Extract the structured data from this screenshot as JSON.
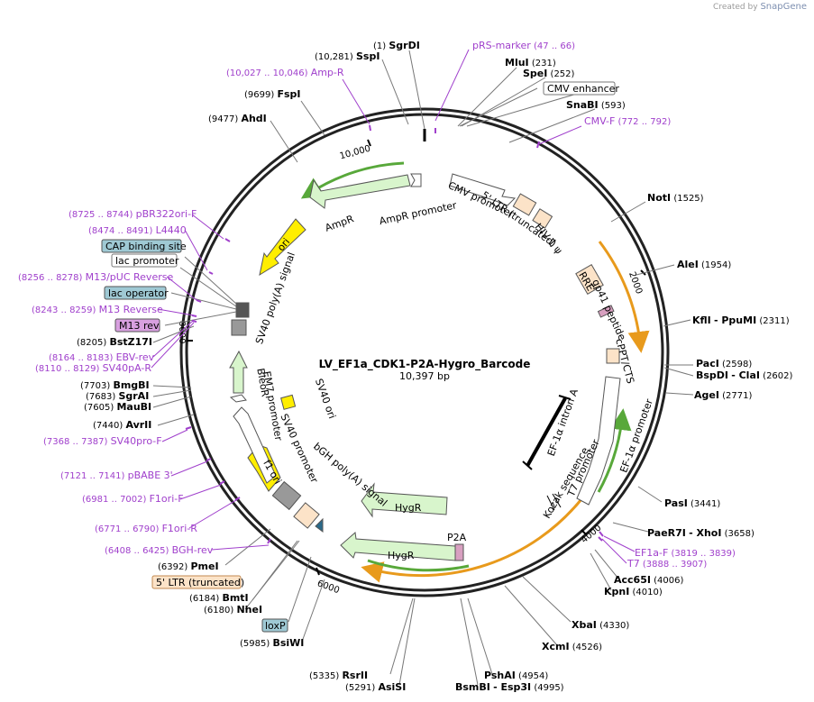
{
  "credit": {
    "prefix": "Created by",
    "brand": "SnapGene"
  },
  "plasmid": {
    "name": "LV_EF1a_CDK1-P2A-Hygro_Barcode",
    "size_label": "10,397 bp",
    "length": 10397
  },
  "ticks": [
    "2000",
    "4000",
    "6000",
    "8000",
    "10,000"
  ],
  "sites": [
    {
      "name": "SgrDI",
      "pos": "(1)"
    },
    {
      "name": "SspI",
      "pos": "(10,281)"
    },
    {
      "name": "FspI",
      "pos": "(9699)"
    },
    {
      "name": "AhdI",
      "pos": "(9477)"
    },
    {
      "name": "MluI",
      "pos": "(231)"
    },
    {
      "name": "SpeI",
      "pos": "(252)"
    },
    {
      "name": "SnaBI",
      "pos": "(593)"
    },
    {
      "name": "NotI",
      "pos": "(1525)"
    },
    {
      "name": "AleI",
      "pos": "(1954)"
    },
    {
      "name": "KflI",
      "name2": "- PpuMI",
      "pos": "(2311)"
    },
    {
      "name": "PacI",
      "pos": "(2598)"
    },
    {
      "name": "BspDI",
      "name2": "- ClaI",
      "pos": "(2602)"
    },
    {
      "name": "AgeI",
      "pos": "(2771)"
    },
    {
      "name": "PasI",
      "pos": "(3441)"
    },
    {
      "name": "PaeR7I",
      "name2": "- XhoI",
      "pos": "(3658)"
    },
    {
      "name": "Acc65I",
      "pos": "(4006)"
    },
    {
      "name": "KpnI",
      "pos": "(4010)"
    },
    {
      "name": "XbaI",
      "pos": "(4330)"
    },
    {
      "name": "XcmI",
      "pos": "(4526)"
    },
    {
      "name": "PshAI",
      "pos": "(4954)"
    },
    {
      "name": "BsmBI",
      "name2": "- Esp3I",
      "pos": "(4995)"
    },
    {
      "name": "RsrII",
      "pos": "(5335)"
    },
    {
      "name": "AsiSI",
      "pos": "(5291)"
    },
    {
      "name": "BsiWI",
      "pos": "(5985)"
    },
    {
      "name": "BmtI",
      "pos": "(6184)"
    },
    {
      "name": "NheI",
      "pos": "(6180)"
    },
    {
      "name": "PmeI",
      "pos": "(6392)"
    },
    {
      "name": "BstZ17I",
      "pos": "(8205)"
    },
    {
      "name": "BmgBI",
      "pos": "(7703)"
    },
    {
      "name": "SgrAI",
      "pos": "(7683)"
    },
    {
      "name": "MauBI",
      "pos": "(7605)"
    },
    {
      "name": "AvrII",
      "pos": "(7440)"
    }
  ],
  "primers": [
    {
      "name": "pRS-marker",
      "range": "(47 .. 66)"
    },
    {
      "name": "Amp-R",
      "range": "(10,027 .. 10,046)"
    },
    {
      "name": "CMV-F",
      "range": "(772 .. 792)"
    },
    {
      "name": "pBR322ori-F",
      "range": "(8725 .. 8744)"
    },
    {
      "name": "L4440",
      "range": "(8474 .. 8491)"
    },
    {
      "name": "M13/pUC Reverse",
      "range": "(8256 .. 8278)"
    },
    {
      "name": "M13 Reverse",
      "range": "(8243 .. 8259)"
    },
    {
      "name": "EBV-rev",
      "range": "(8164 .. 8183)"
    },
    {
      "name": "SV40pA-R",
      "range": "(8110 .. 8129)"
    },
    {
      "name": "SV40pro-F",
      "range": "(7368 .. 7387)"
    },
    {
      "name": "pBABE 3'",
      "range": "(7121 .. 7141)"
    },
    {
      "name": "F1ori-F",
      "range": "(6981 .. 7002)"
    },
    {
      "name": "F1ori-R",
      "range": "(6771 .. 6790)"
    },
    {
      "name": "BGH-rev",
      "range": "(6408 .. 6425)"
    },
    {
      "name": "EF1a-F",
      "range": "(3819 .. 3839)"
    },
    {
      "name": "T7",
      "range": "(3888 .. 3907)"
    }
  ],
  "boxed_labels": [
    {
      "name": "CMV enhancer",
      "style": "white"
    },
    {
      "name": "CAP binding site",
      "style": "blue"
    },
    {
      "name": "lac promoter",
      "style": "white"
    },
    {
      "name": "lac operator",
      "style": "blue"
    },
    {
      "name": "M13 rev",
      "style": "purple"
    },
    {
      "name": "5' LTR (truncated)",
      "style": "peach"
    },
    {
      "name": "loxP",
      "style": "blue"
    }
  ],
  "features": [
    "AmpR promoter",
    "AmpR",
    "ori",
    "SV40 poly(A) signal",
    "CMV promoter",
    "5' LTR (truncated)",
    "HIV-1 ψ",
    "RRE",
    "gp41 peptide",
    "cPPT/CTS",
    "EF-1α promoter",
    "EF-1α intron A",
    "Kozak sequence",
    "T7 promoter",
    "HygR",
    "HygR",
    "P2A",
    "bGH poly(A) signal",
    "f1 ori",
    "SV40 promoter",
    "EM7 promoter",
    "BleoR",
    "SV40 ori"
  ],
  "colors": {
    "primer": "#a040cc",
    "amp": "#d8f5cc",
    "ori": "#ffee00",
    "peach": "#fce3c8",
    "blue_box": "#9fc9d4",
    "purple_box": "#d8a0e0",
    "orf_green": "#58a83a",
    "orf_orange": "#e89a1c"
  }
}
